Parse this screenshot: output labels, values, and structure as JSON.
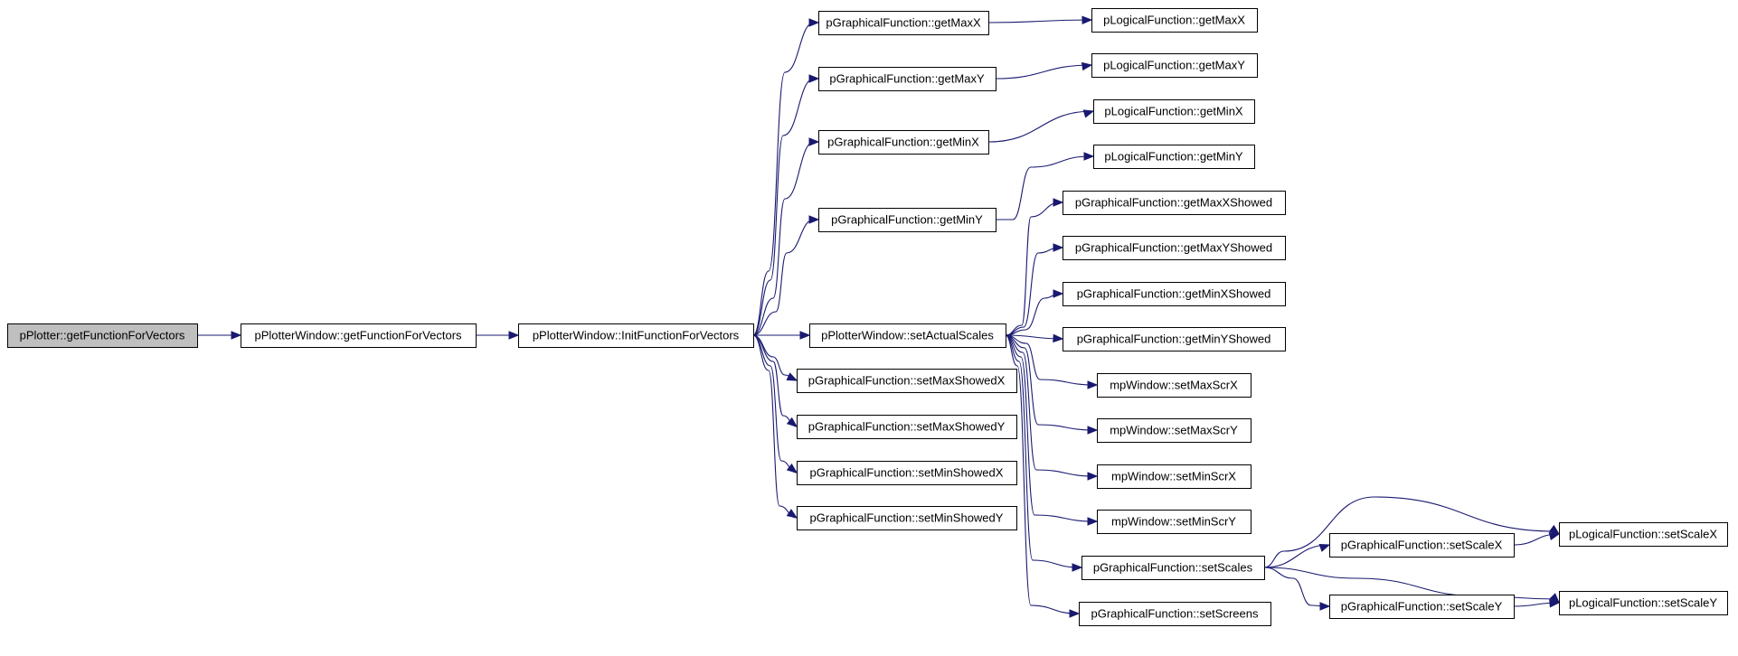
{
  "diagram": {
    "type": "call-graph",
    "colors": {
      "edge": "#191970",
      "root_fill": "#bfbfbf",
      "node_fill": "#ffffff",
      "border": "#000000"
    },
    "nodes": [
      {
        "id": "n0",
        "label": "pPlotter::getFunctionForVectors",
        "root": true
      },
      {
        "id": "n1",
        "label": "pPlotterWindow::getFunctionForVectors"
      },
      {
        "id": "n2",
        "label": "pPlotterWindow::InitFunctionForVectors"
      },
      {
        "id": "n3",
        "label": "pGraphicalFunction::getMaxX"
      },
      {
        "id": "n4",
        "label": "pGraphicalFunction::getMaxY"
      },
      {
        "id": "n5",
        "label": "pGraphicalFunction::getMinX"
      },
      {
        "id": "n6",
        "label": "pGraphicalFunction::getMinY"
      },
      {
        "id": "n7",
        "label": "pPlotterWindow::setActualScales"
      },
      {
        "id": "n8",
        "label": "pGraphicalFunction::setMaxShowedX"
      },
      {
        "id": "n9",
        "label": "pGraphicalFunction::setMaxShowedY"
      },
      {
        "id": "n10",
        "label": "pGraphicalFunction::setMinShowedX"
      },
      {
        "id": "n11",
        "label": "pGraphicalFunction::setMinShowedY"
      },
      {
        "id": "n12",
        "label": "pLogicalFunction::getMaxX"
      },
      {
        "id": "n13",
        "label": "pLogicalFunction::getMaxY"
      },
      {
        "id": "n14",
        "label": "pLogicalFunction::getMinX"
      },
      {
        "id": "n15",
        "label": "pLogicalFunction::getMinY"
      },
      {
        "id": "n16",
        "label": "pGraphicalFunction::getMaxXShowed"
      },
      {
        "id": "n17",
        "label": "pGraphicalFunction::getMaxYShowed"
      },
      {
        "id": "n18",
        "label": "pGraphicalFunction::getMinXShowed"
      },
      {
        "id": "n19",
        "label": "pGraphicalFunction::getMinYShowed"
      },
      {
        "id": "n20",
        "label": "mpWindow::setMaxScrX"
      },
      {
        "id": "n21",
        "label": "mpWindow::setMaxScrY"
      },
      {
        "id": "n22",
        "label": "mpWindow::setMinScrX"
      },
      {
        "id": "n23",
        "label": "mpWindow::setMinScrY"
      },
      {
        "id": "n24",
        "label": "pGraphicalFunction::setScales"
      },
      {
        "id": "n25",
        "label": "pGraphicalFunction::setScreens"
      },
      {
        "id": "n26",
        "label": "pGraphicalFunction::setScaleX"
      },
      {
        "id": "n27",
        "label": "pGraphicalFunction::setScaleY"
      },
      {
        "id": "n28",
        "label": "pLogicalFunction::setScaleX"
      },
      {
        "id": "n29",
        "label": "pLogicalFunction::setScaleY"
      }
    ],
    "edges": [
      {
        "from": "n0",
        "to": "n1"
      },
      {
        "from": "n1",
        "to": "n2"
      },
      {
        "from": "n2",
        "to": "n3"
      },
      {
        "from": "n2",
        "to": "n4"
      },
      {
        "from": "n2",
        "to": "n5"
      },
      {
        "from": "n2",
        "to": "n6"
      },
      {
        "from": "n2",
        "to": "n7"
      },
      {
        "from": "n2",
        "to": "n8"
      },
      {
        "from": "n2",
        "to": "n9"
      },
      {
        "from": "n2",
        "to": "n10"
      },
      {
        "from": "n2",
        "to": "n11"
      },
      {
        "from": "n3",
        "to": "n12"
      },
      {
        "from": "n4",
        "to": "n13"
      },
      {
        "from": "n5",
        "to": "n14"
      },
      {
        "from": "n6",
        "to": "n15"
      },
      {
        "from": "n7",
        "to": "n16"
      },
      {
        "from": "n7",
        "to": "n17"
      },
      {
        "from": "n7",
        "to": "n18"
      },
      {
        "from": "n7",
        "to": "n19"
      },
      {
        "from": "n7",
        "to": "n20"
      },
      {
        "from": "n7",
        "to": "n21"
      },
      {
        "from": "n7",
        "to": "n22"
      },
      {
        "from": "n7",
        "to": "n23"
      },
      {
        "from": "n7",
        "to": "n24"
      },
      {
        "from": "n7",
        "to": "n25"
      },
      {
        "from": "n24",
        "to": "n26"
      },
      {
        "from": "n24",
        "to": "n27"
      },
      {
        "from": "n24",
        "to": "n28"
      },
      {
        "from": "n24",
        "to": "n29"
      },
      {
        "from": "n26",
        "to": "n28"
      },
      {
        "from": "n27",
        "to": "n29"
      }
    ]
  }
}
